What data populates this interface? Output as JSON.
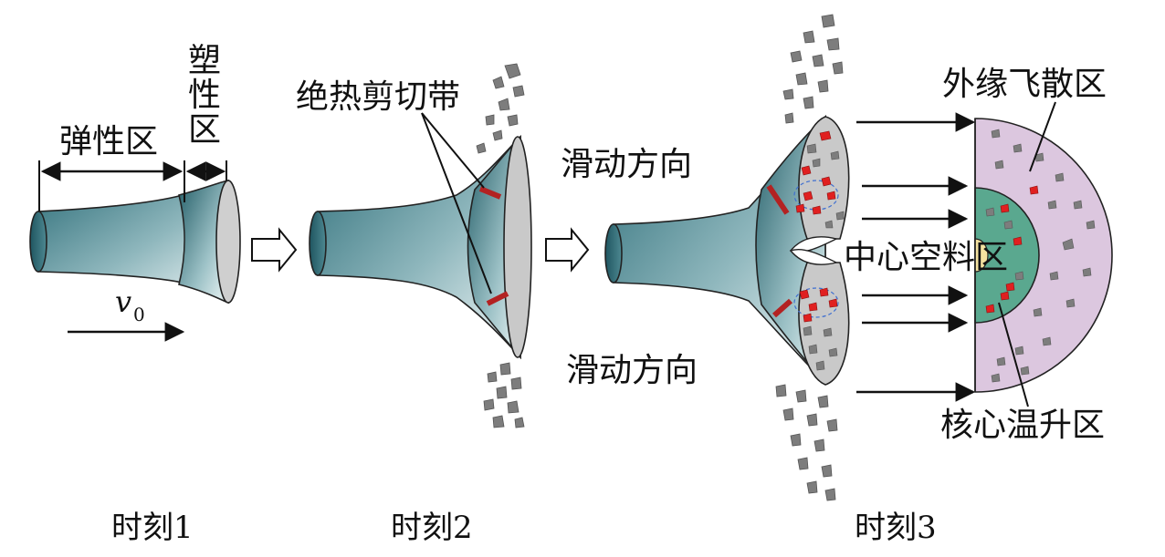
{
  "labels": {
    "elastic_zone": "弹性区",
    "plastic_zone": "塑性区",
    "velocity_symbol": "v",
    "velocity_subscript": "0",
    "adiabatic_shear_band": "绝热剪切带",
    "slide_direction_top": "滑动方向",
    "slide_direction_bottom": "滑动方向",
    "outer_scatter_zone": "外缘飞散区",
    "center_hollow_zone": "中心空料区",
    "core_heating_zone": "核心温升区"
  },
  "captions": {
    "moment_1": "时刻1",
    "moment_2": "时刻2",
    "moment_3": "时刻3"
  },
  "colors": {
    "teal_dark": "#2f6f7a",
    "teal_light": "#e8f2f3",
    "face_gray": "#c9c9c9",
    "fragment_gray": "#7d7d7d",
    "shear_red": "#b32222",
    "hot_red": "#e02020",
    "outer_purple": "#dcc7df",
    "core_green": "#5aa88f",
    "center_yellow": "#f4e2a0"
  }
}
